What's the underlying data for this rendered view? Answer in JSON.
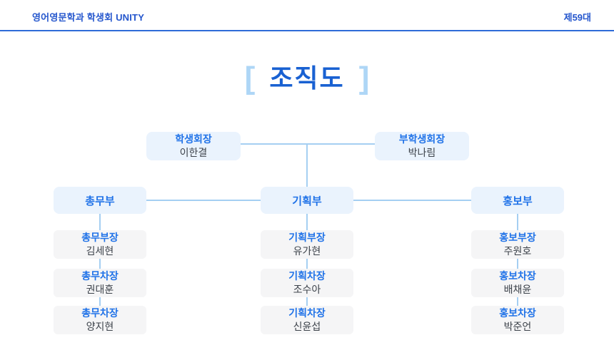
{
  "header": {
    "left_title": "영어영문학과 학생회 UNITY",
    "right_badge": "제59대"
  },
  "title": {
    "bracket_left": "[",
    "text": "조직도",
    "bracket_right": "]"
  },
  "org": {
    "leaders": [
      {
        "role": "학생회장",
        "name": "이한결"
      },
      {
        "role": "부학생회장",
        "name": "박나림"
      }
    ],
    "departments": [
      {
        "label": "총무부",
        "members": [
          {
            "role": "총무부장",
            "name": "김세현"
          },
          {
            "role": "총무차장",
            "name": "권대훈"
          },
          {
            "role": "총무차장",
            "name": "양지현"
          }
        ]
      },
      {
        "label": "기획부",
        "members": [
          {
            "role": "기획부장",
            "name": "유가현"
          },
          {
            "role": "기획차장",
            "name": "조수아"
          },
          {
            "role": "기획차장",
            "name": "신윤섭"
          }
        ]
      },
      {
        "label": "홍보부",
        "members": [
          {
            "role": "홍보부장",
            "name": "주원호"
          },
          {
            "role": "홍보차장",
            "name": "배채윤"
          },
          {
            "role": "홍보차장",
            "name": "박준언"
          }
        ]
      }
    ]
  },
  "colors": {
    "header_text": "#2456cd",
    "divider": "#2e6bd8",
    "title_text": "#1961d2",
    "title_bracket": "#aed6f6",
    "box_blue_bg": "#eaf3fd",
    "box_gray_bg": "#f5f5f6",
    "role_text": "#2173e8",
    "name_text": "#3d434b",
    "connector": "#a5cff2"
  }
}
